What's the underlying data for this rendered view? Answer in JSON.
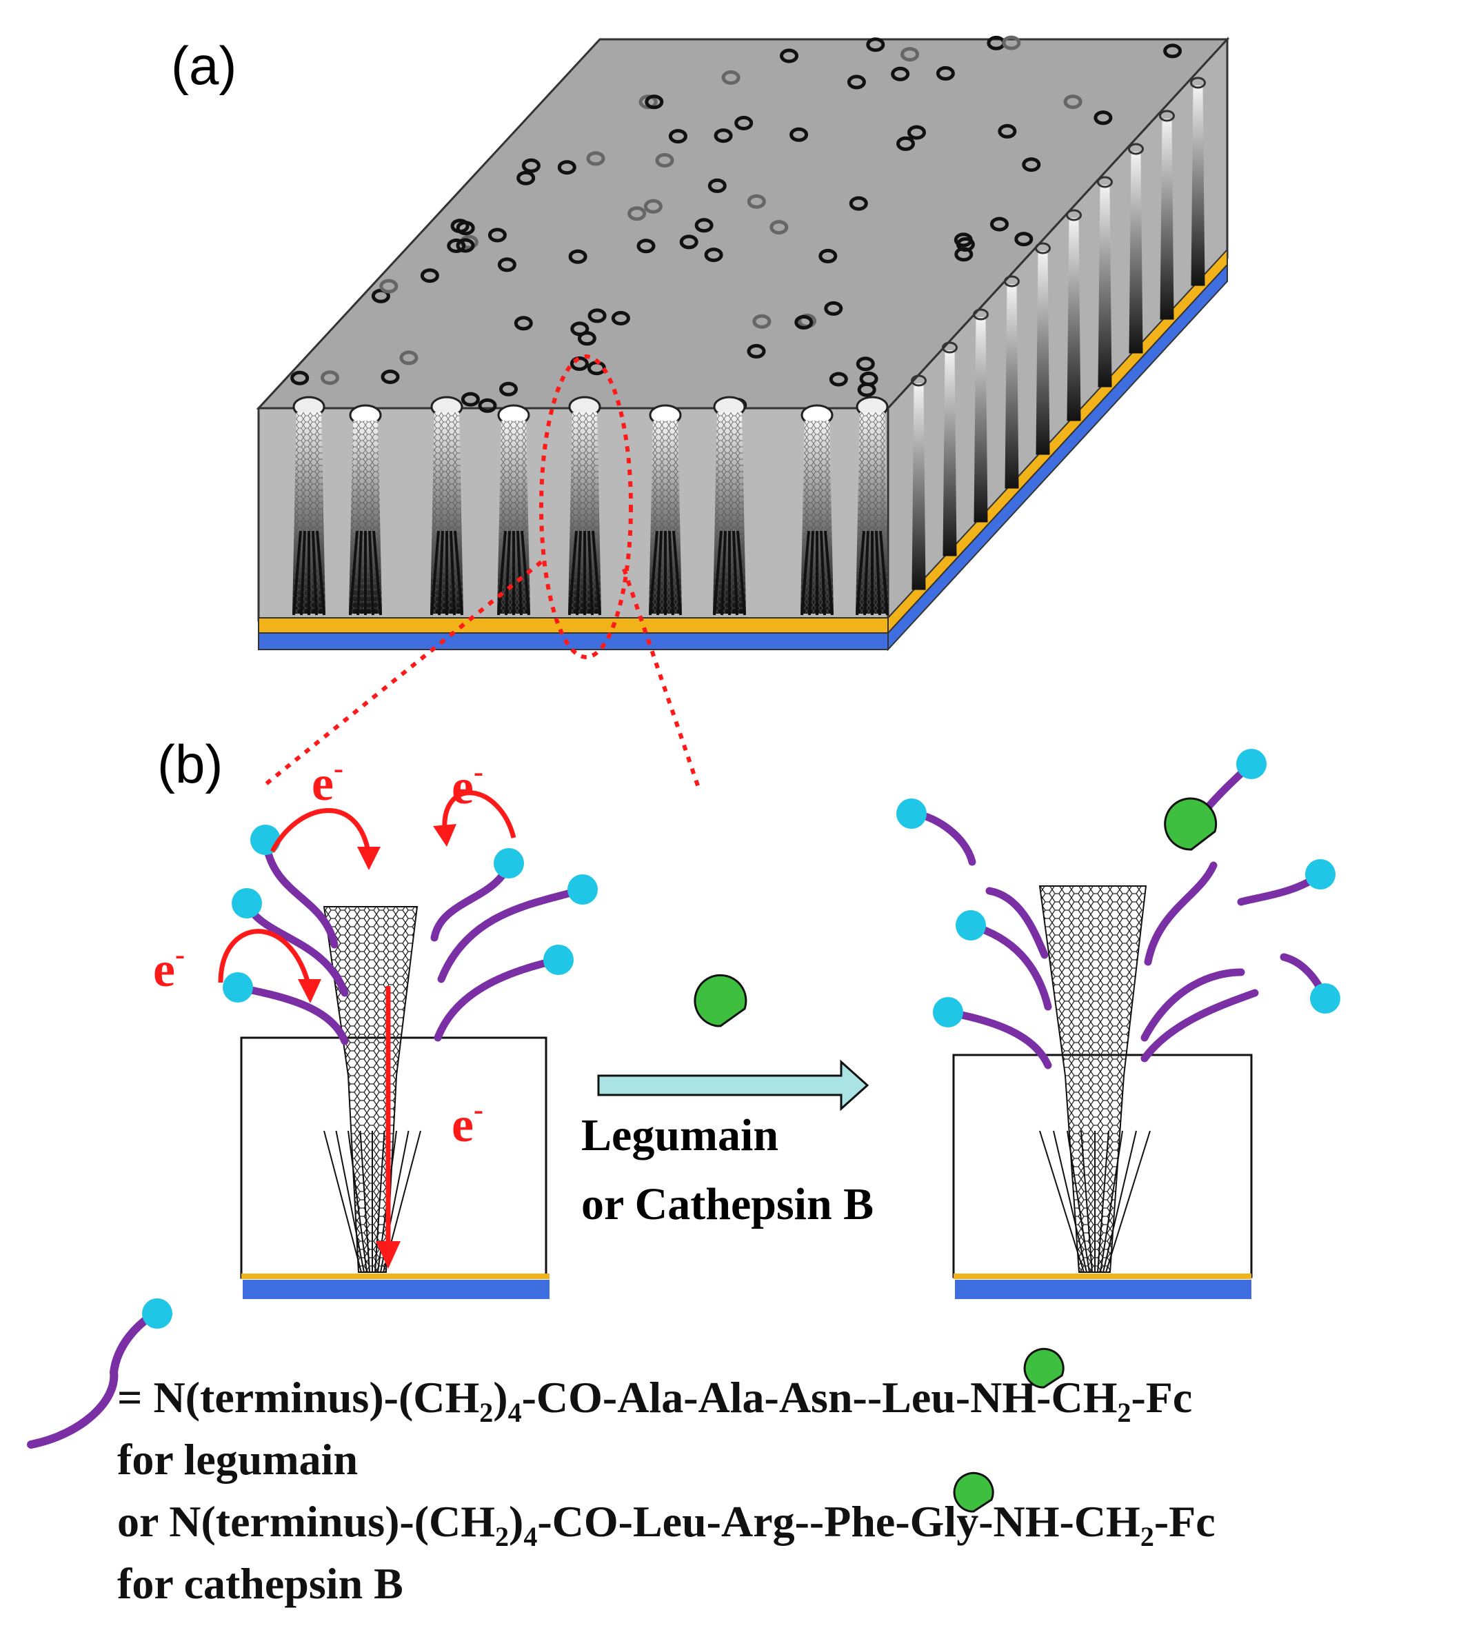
{
  "panels": {
    "a_label": "(a)",
    "b_label": "(b)"
  },
  "electron": {
    "symbol": "e",
    "superscript": "-"
  },
  "reaction": {
    "line1": "Legumain",
    "line2": "or Cathepsin B"
  },
  "legend": {
    "eq": "= N(terminus)-(CH",
    "sub2": "2",
    "close": ")",
    "sub4": "4",
    "legumain_seq_before_cut": "-CO-Ala-Ala-Asn--",
    "legumain_seq_after_cut": "Leu-NH-CH",
    "fc": "-Fc",
    "for_legumain": "for legumain",
    "or_prefix": "or N(terminus)-(CH",
    "cathepsin_seq_before_cut": "-CO-Leu-Arg--",
    "cathepsin_seq_after_cut": "Phe-Gly-NH-CH",
    "for_cathepsin": "for cathepsin B"
  },
  "colors": {
    "surface_gray": "#a7a7a7",
    "gold_layer": "#f2b21a",
    "blue_layer": "#3f6ee0",
    "purple_chain": "#7b2fa5",
    "cyan_bead": "#1fc6e6",
    "green_enzyme": "#3fbf3f",
    "red_electron": "#ff1a1a",
    "arrow_fill": "#a9e3e3"
  }
}
